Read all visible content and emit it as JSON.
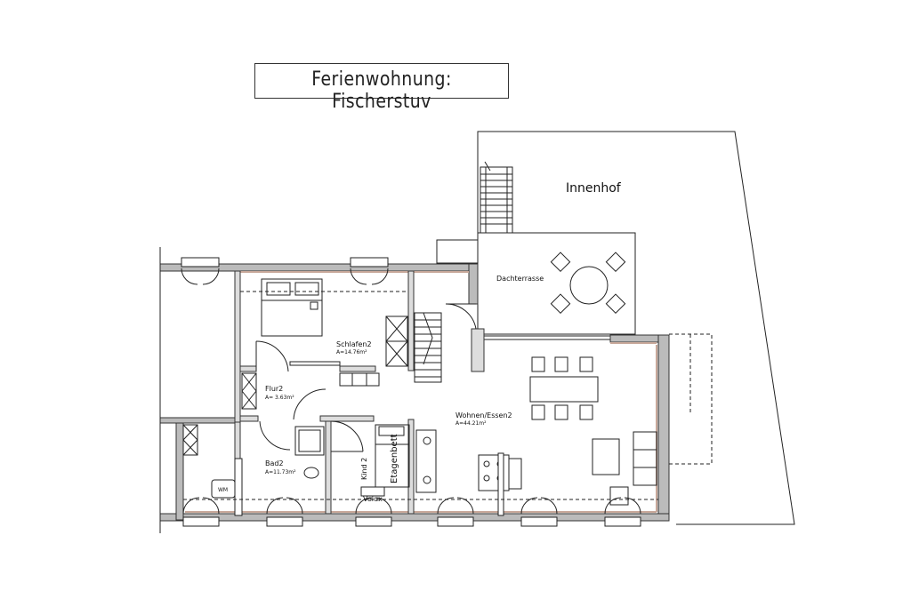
{
  "title": "Ferienwohnung: Fischerstuv",
  "areas": {
    "courtyard": "Innenhof",
    "roof_terrace": "Dachterrasse"
  },
  "rooms": {
    "bedroom": {
      "name": "Schlafen2",
      "area": "A=14.76m²"
    },
    "hall": {
      "name": "Flur2",
      "area": "A= 3.63m²"
    },
    "bath": {
      "name": "Bad2",
      "area": "A=11.73m²"
    },
    "living": {
      "name": "Wohnen/Essen2",
      "area": "A=44.21m²"
    },
    "child": {
      "name": "Kind 2"
    }
  },
  "labels": {
    "bunk_bed": "Etagenbett",
    "velux": "Velux",
    "washing_machine": "WM"
  },
  "colors": {
    "wall": "#555555",
    "wall_interior": "#c8a89a",
    "line": "#222222"
  }
}
